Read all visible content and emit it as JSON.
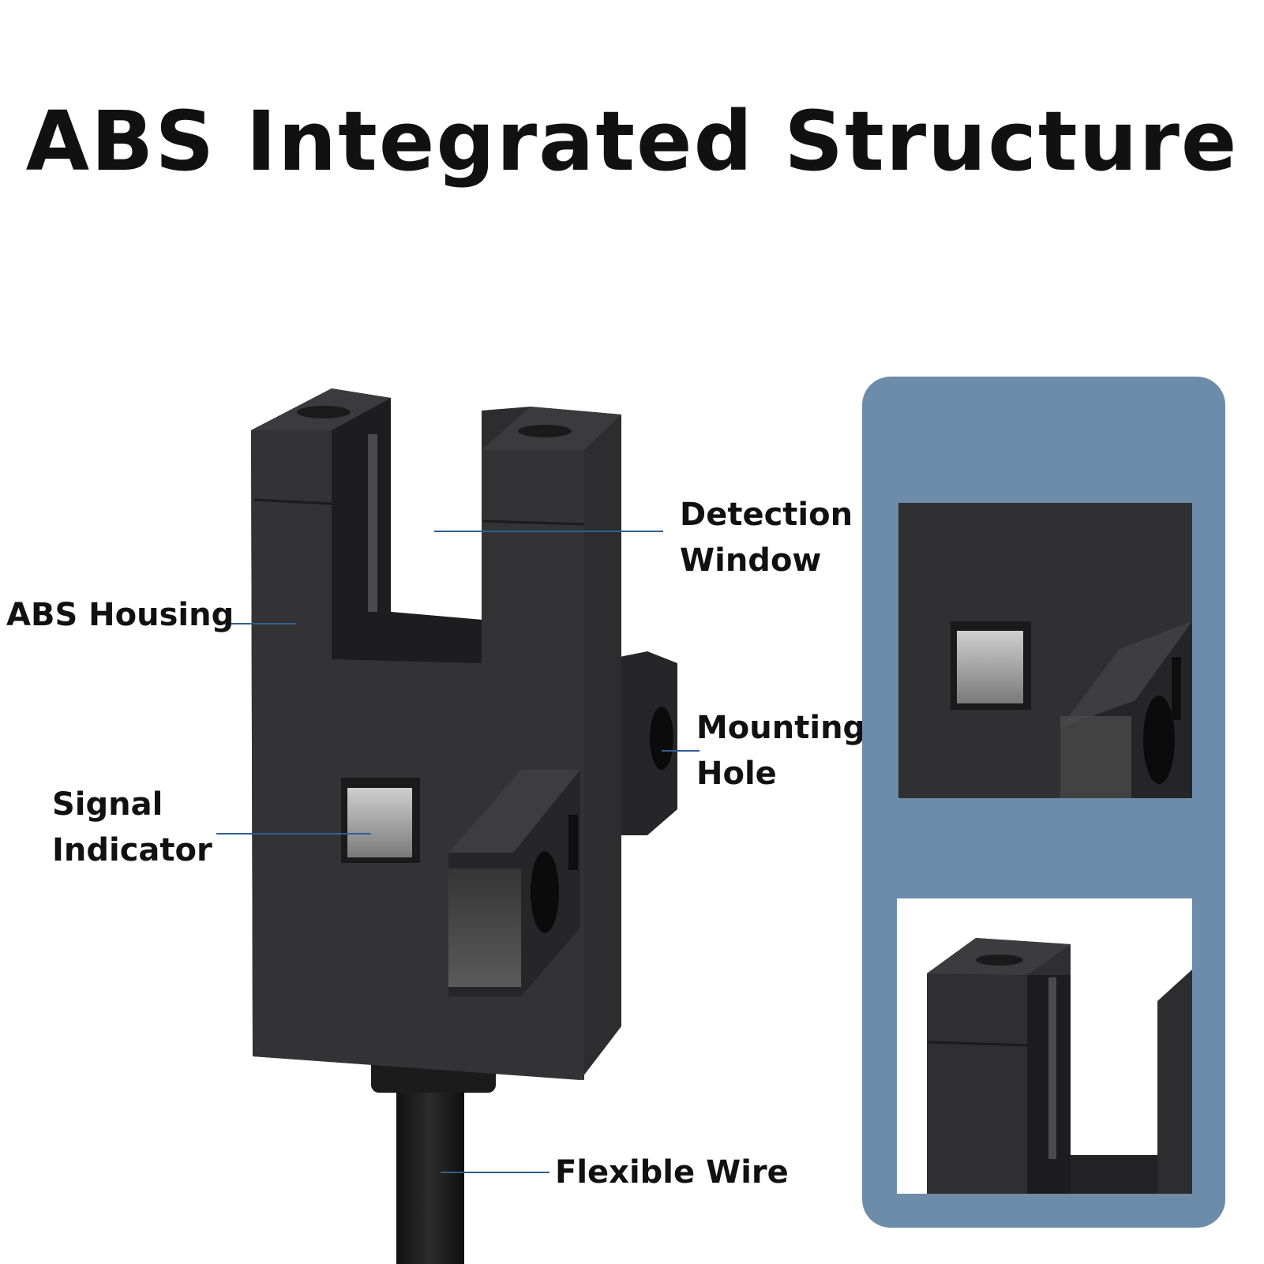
{
  "title": "ABS Integrated Structure",
  "labels": {
    "detection_window": [
      "Detection",
      "Window"
    ],
    "abs_housing": "ABS Housing",
    "mounting_hole": [
      "Mounting",
      "Hole"
    ],
    "signal_indicator": [
      "Signal",
      "Indicator"
    ],
    "flexible_wire": "Flexible Wire"
  },
  "colors": {
    "leader_line": "#2f5f93",
    "panel_background": "#6d8caa",
    "sensor_body": "#2d2d2f"
  }
}
